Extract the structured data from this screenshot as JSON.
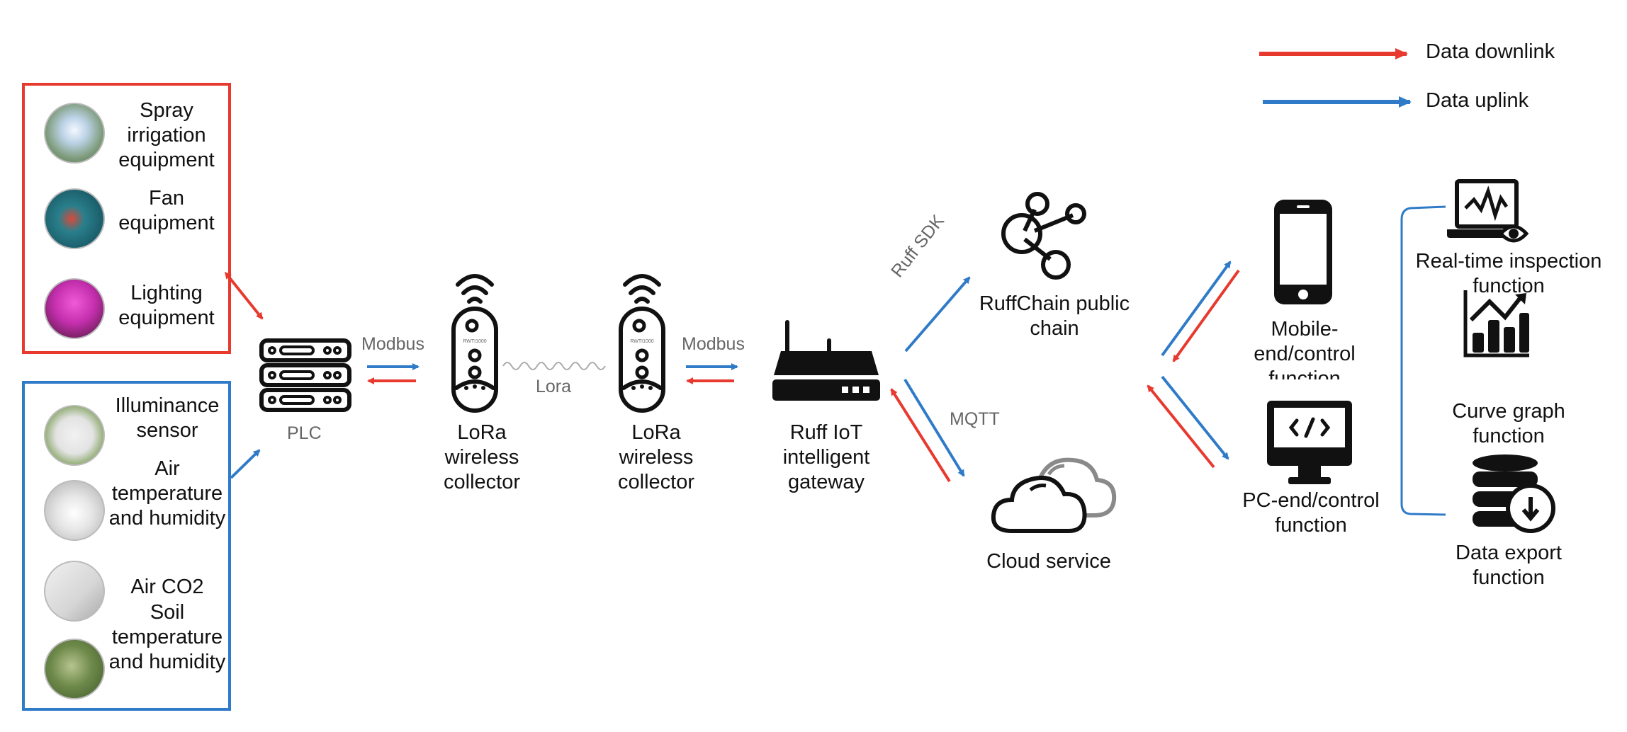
{
  "legend": {
    "downlink_label": "Data downlink",
    "uplink_label": "Data uplink",
    "downlink_color": "#e8392f",
    "uplink_color": "#2f7bc8"
  },
  "actuators": {
    "border_color": "#e8392f",
    "items": [
      {
        "label": "Spray irrigation equipment",
        "icon": "sprinkler-photo-icon"
      },
      {
        "label": "Fan equipment",
        "icon": "fan-photo-icon"
      },
      {
        "label": "Lighting equipment",
        "icon": "grow-light-photo-icon"
      }
    ]
  },
  "sensors": {
    "border_color": "#2f7bc8",
    "items": [
      {
        "label": "Illuminance sensor",
        "icon": "illuminance-sensor-photo-icon"
      },
      {
        "label": "Air temperature and humidity",
        "icon": "hygrometer-photo-icon"
      },
      {
        "label": "Air CO2",
        "icon": "co2-sensor-photo-icon"
      },
      {
        "label": "Soil temperature and humidity",
        "icon": "soil-sensor-photo-icon"
      }
    ]
  },
  "nodes": {
    "plc": {
      "label": "PLC",
      "icon": "server-rack-icon"
    },
    "lora1": {
      "label": "LoRa wireless collector",
      "model": "RWTI1000",
      "icon": "wireless-collector-icon"
    },
    "lora2": {
      "label": "LoRa wireless collector",
      "model": "RWTI1000",
      "icon": "wireless-collector-icon"
    },
    "gateway": {
      "label": "Ruff IoT intelligent gateway",
      "icon": "router-icon"
    },
    "ruffchain": {
      "label": "RuffChain public chain",
      "icon": "share-network-icon"
    },
    "cloud": {
      "label": "Cloud service",
      "icon": "cloud-icon"
    },
    "mobile": {
      "label": "Mobile-end/control function",
      "icon": "smartphone-icon"
    },
    "pc": {
      "label": "PC-end/control function",
      "icon": "monitor-code-icon"
    }
  },
  "functions": [
    {
      "label": "Real-time inspection function",
      "icon": "laptop-monitor-eye-icon"
    },
    {
      "label": "Curve graph function",
      "icon": "bar-line-chart-icon"
    },
    {
      "label": "Data export function",
      "icon": "database-download-icon"
    }
  ],
  "links": {
    "modbus_1": "Modbus",
    "lora": "Lora",
    "modbus_2": "Modbus",
    "ruff_sdk": "Ruff SDK",
    "mqtt": "MQTT"
  }
}
